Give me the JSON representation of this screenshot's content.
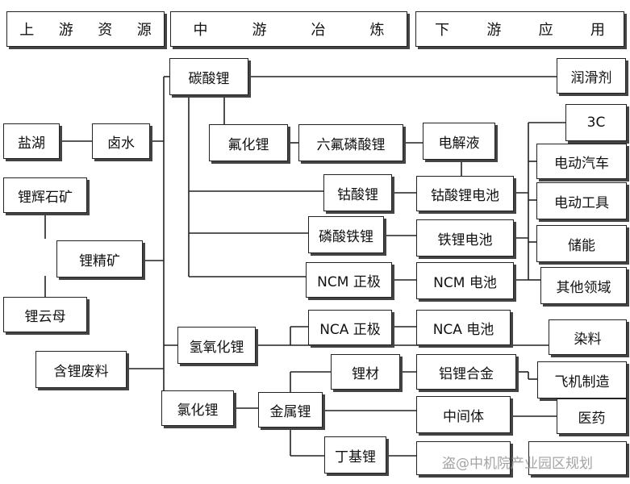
{
  "headers": {
    "upstream": [
      "上",
      "游",
      "资",
      "源"
    ],
    "midstream": [
      "中",
      "游",
      "冶",
      "炼"
    ],
    "downstream": [
      "下",
      "游",
      "应",
      "用"
    ]
  },
  "nodes": {
    "lithium_carbonate": "碳酸锂",
    "lubricant": "润滑剂",
    "salt_lake": "盐湖",
    "brine": "卤水",
    "lithium_fluoride": "氟化锂",
    "lipf6": "六氟磷酸锂",
    "electrolyte": "电解液",
    "app_3c": "3C",
    "spodumene": "锂辉石矿",
    "ev": "电动汽车",
    "lithium_cobaltate": "钴酸锂",
    "lco_battery": "钴酸锂电池",
    "power_tools": "电动工具",
    "lithium_concentrate": "锂精矿",
    "lfp": "磷酸铁锂",
    "lfp_battery": "铁锂电池",
    "energy_storage": "储能",
    "ncm_cathode": "NCM 正极",
    "ncm_battery": "NCM 电池",
    "other_fields": "其他领域",
    "lepidolite": "锂云母",
    "nca_cathode": "NCA 正极",
    "nca_battery": "NCA 电池",
    "lithium_hydroxide": "氢氧化锂",
    "dye": "染料",
    "lithium_waste": "含锂废料",
    "lithium_material": "锂材",
    "al_li_alloy": "铝锂合金",
    "aircraft": "飞机制造",
    "lithium_chloride": "氯化锂",
    "lithium_metal": "金属锂",
    "intermediate": "中间体",
    "medicine": "医药",
    "butyllithium": "丁基锂"
  },
  "watermark": "盗@中机院产业园区规划"
}
